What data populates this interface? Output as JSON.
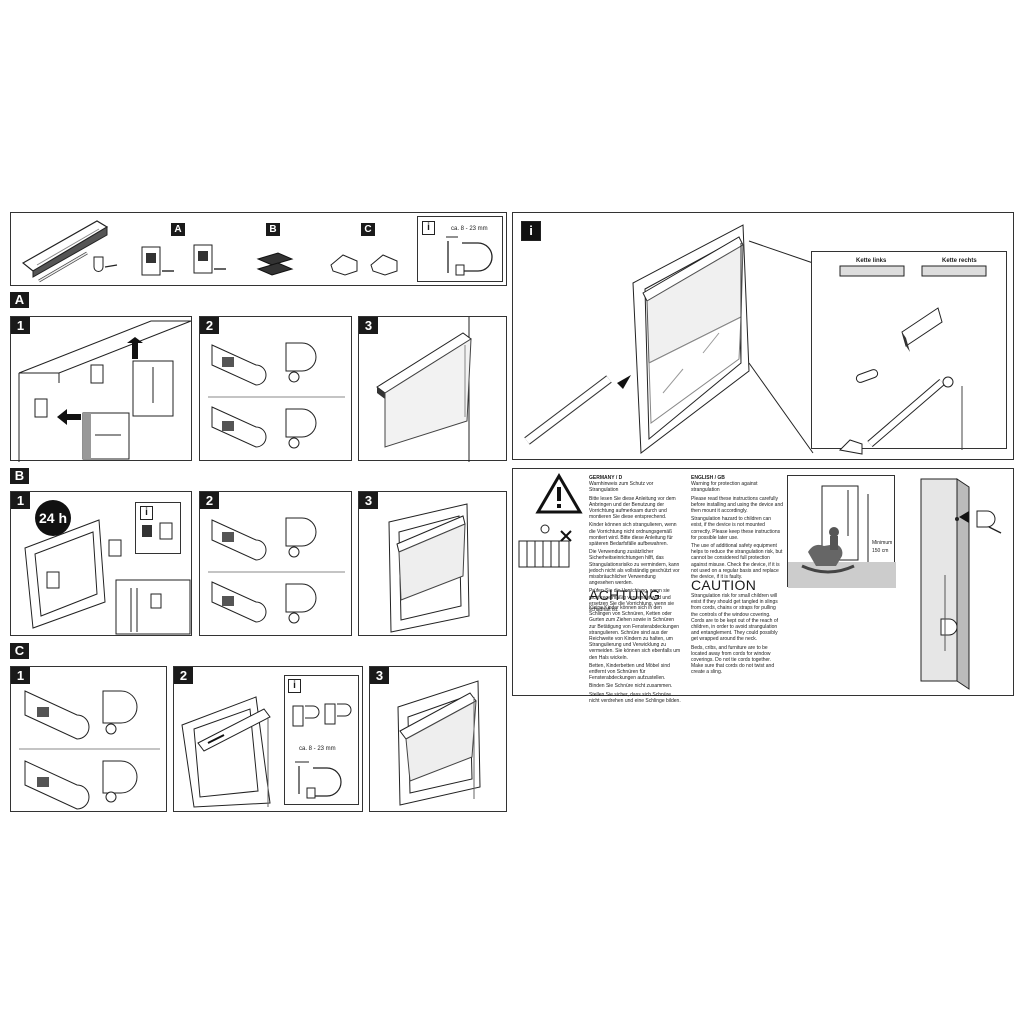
{
  "parts_bar": {
    "labels": [
      "A",
      "B",
      "C"
    ],
    "info": "i",
    "measure": "ca. 8 - 23 mm"
  },
  "sections": {
    "A": {
      "label": "A",
      "steps": [
        "1",
        "2",
        "3"
      ]
    },
    "B": {
      "label": "B",
      "steps": [
        "1",
        "2",
        "3"
      ],
      "badge": "24 h",
      "info": "i"
    },
    "C": {
      "label": "C",
      "steps": [
        "1",
        "2",
        "3"
      ],
      "info": "i",
      "measure": "ca. 8 - 23 mm"
    }
  },
  "info_panel": {
    "label": "i",
    "chain_left": "Kette links",
    "chain_right": "Kette rechts"
  },
  "safety": {
    "german": {
      "heading": "GERMANY / D",
      "subheading": "Warnhinweis zum Schutz vor Strangulation",
      "p1": "Bitte lesen Sie diese Anleitung vor dem Anbringen und der Benutzung der Vorrichtung aufmerksam durch und montieren Sie diese entsprechend.",
      "p2": "Kinder können sich strangulieren, wenn die Vorrichtung nicht ordnungsgemäß montiert wird. Bitte diese Anleitung für späteren Bedarfsfälle aufbewahren.",
      "p3": "Die Verwendung zusätzlicher Sicherheitseinrichtungen hilft, das Strangulationsrisiko zu vermindern, kann jedoch nicht als vollständig geschützt vor missbräuchlicher Verwendung angesehen werden.",
      "p4": "Prüfen Sie die Vorrichtung, wenn sie nicht regelmäßig verwendet wird und ersetzen Sie die Vorrichtung, wenn sie schadhaft ist.",
      "title": "ACHTUNG",
      "p5": "Kleine Kinder können sich in den Schlingen von Schnüren, Ketten oder Gurten zum Ziehen sowie in Schnüren zur Betätigung von Fensterabdeckungen strangulieren. Schnüre sind aus der Reichweite von Kindern zu halten, um Strangulierung und Verwicklung zu vermeiden. Sie können sich ebenfalls um den Hals wickeln.",
      "p6": "Betten, Kinderbetten und Möbel sind entfernt von Schnüren für Fensterabdeckungen aufzustellen.",
      "p7": "Binden Sie Schnüre nicht zusammen.",
      "p8": "Stellen Sie sicher, dass sich Schnüre nicht verdrehen und eine Schlinge bilden."
    },
    "english": {
      "heading": "ENGLISH / GB",
      "subheading": "Warning for protection against strangulation",
      "p1": "Please read these instructions carefully before installing and using the device and then mount it accordingly.",
      "p2": "Strangulation hazard to children can exist, if the device is not mounted correctly. Please keep these instructions for possible later use.",
      "p3": "The use of additional safety equipment helps to reduce the strangulation risk, but cannot be considered full protection against misuse. Check the device, if it is not used on a regular basis and replace the device, if it is faulty.",
      "title": "CAUTION",
      "p4": "Strangulation risk for small children will exist if they should get tangled in slings from cords, chains or straps for pulling the controls of the window covering. Cords are to be kept out of the reach of children, in order to avoid strangulation and entanglement. They could possibly get wrapped around the neck.",
      "p5": "Beds, cribs, and furniture are to be located away from cords for window coverings. Do not tie cords together. Make sure that cords do not twist and create a sling."
    },
    "minimum": "Minimum",
    "height": "150 cm"
  },
  "colors": {
    "ink": "#1a1a1a",
    "panel": "#f4f4f4",
    "shade": "#bdbdbd"
  }
}
